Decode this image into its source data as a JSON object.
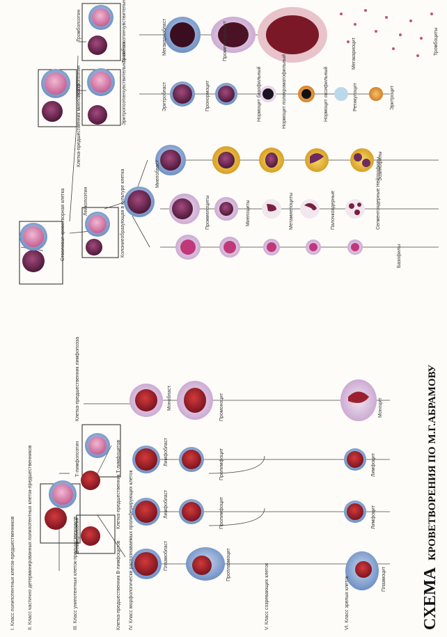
{
  "title": {
    "main": "СХЕМА",
    "rest": "КРОВЕТВОРЕНИЯ ПО М.Г.АБРАМОВУ"
  },
  "stage_labels": [
    "I. Класс полипотентных клеток-предшественников",
    "II. Класс частично детерминированных полипотентных клеток-предшественников",
    "III. Класс унипотентных клеток-предшественников",
    "IV. Класс морфологически распознаваемых пролиферирующих клеток",
    "V. Класс созревающих клеток",
    "VI. Класс зрелых клеток"
  ],
  "lymph_labels": {
    "stem": "Клетка-предшественник лимфопоэза",
    "b_poietin": "В-лимфопоэтин",
    "t_poietin": "Т-лимфопоэтин",
    "b_precursor": "Клетка-предшественник В-лимфоцитов",
    "t_precursor": "Клетка-предшественник Т-лимфоцитов",
    "plasmablast": "Плазмобласт",
    "b_lymphoblast": "Лимфобласт",
    "t_lymphoblast": "Лимфобласт",
    "monoblast": "Монобласт",
    "proplasmocyte": "Проплазмоцит",
    "b_prolymph": "Пролимфоцит",
    "t_prolymph": "Пролимфоцит",
    "promonocyte": "Промоноцит",
    "plasmocyte": "Плазмоцит",
    "b_lymph": "Лимфоцит",
    "t_lymph": "Лимфоцит",
    "monocyte": "Моноцит"
  },
  "myelo_labels": {
    "stem": "Стволовая кроветворная клетка",
    "cfu": "Колониеобразующая в культуре клетка",
    "leukopoietin": "Лейкопоэтин",
    "myelo_precursor": "Клетка-предшественник миелопоэза",
    "erythropoietin": "Эритропоэтин",
    "thrombopoietin": "Тромбопоэтин",
    "ery_sensitive": "Эритропоэтинчувствительная клетка",
    "thrombo_sensitive": "Тромбопоэтинчувствительная клетка",
    "myeloblast": "Миелобласт",
    "erythroblast": "Эритробласт",
    "megakaryoblast": "Мегакариобласт",
    "promyelocytes": "Промиелоциты",
    "pronormocyte": "Пронормоцит",
    "promegakaryocyte": "Промегакариоцит",
    "myelocytes": "Миелоциты",
    "metamyelocytes": "Метамиелоциты",
    "band": "Палочкоядерные",
    "segmented": "Сегментоядерные Нейтрофилы",
    "basophils": "Базофилы",
    "eosinophils": "Эозинофилы",
    "normo_baso": "Нормоцит базофильный",
    "normo_poly": "Нормоцит полихроматофильный",
    "normo_oxy": "Нормоцит оксифильный",
    "reticulocyte": "Ретикулоцит",
    "erythrocyte": "Эритроцит",
    "megakaryocyte": "Мегакариоцит",
    "platelets": "Тромбоциты"
  },
  "colors": {
    "cytoplasm_blue": "#6d8fc4",
    "nucleus_red": "#a8202c",
    "nucleus_purple": "#6e2a5e",
    "pink": "#d97aa8",
    "eos_yellow": "#e8b728",
    "ery_orange": "#e79a3a",
    "lilac": "#c9a5cf"
  }
}
